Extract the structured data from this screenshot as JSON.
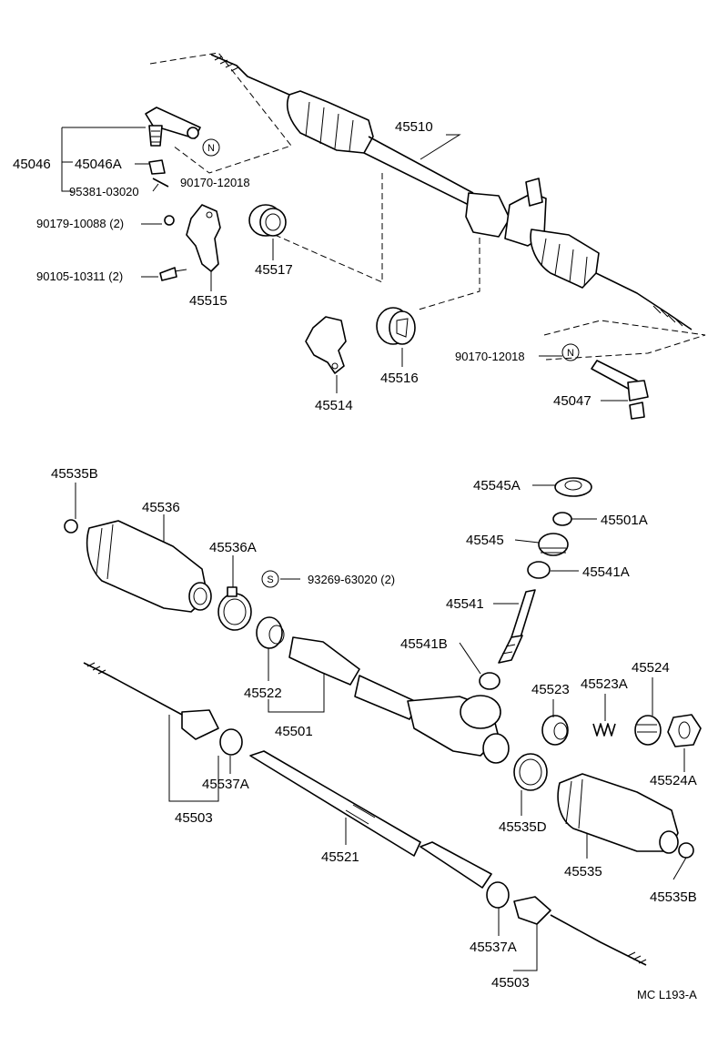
{
  "labels": {
    "p45510": "45510",
    "p45046": "45046",
    "p45046A": "45046A",
    "p95381": "95381-03020",
    "p90170a": "90170-12018",
    "p90179": "90179-10088 (2)",
    "p90105": "90105-10311 (2)",
    "p45515": "45515",
    "p45517": "45517",
    "p45514": "45514",
    "p45516": "45516",
    "p90170b": "90170-12018",
    "p45047": "45047",
    "p45535B_top": "45535B",
    "p45536": "45536",
    "p45536A": "45536A",
    "p93269": "93269-63020 (2)",
    "p45545A": "45545A",
    "p45501A": "45501A",
    "p45545": "45545",
    "p45541A": "45541A",
    "p45541": "45541",
    "p45541B": "45541B",
    "p45522": "45522",
    "p45501": "45501",
    "p45523": "45523",
    "p45523A": "45523A",
    "p45524": "45524",
    "p45524A": "45524A",
    "p45537A_left": "45537A",
    "p45503_left": "45503",
    "p45535D": "45535D",
    "p45521": "45521",
    "p45535": "45535",
    "p45535B_bot": "45535B",
    "p45537A_bot": "45537A",
    "p45503_bot": "45503",
    "footer": "MC  L193-A"
  },
  "symbols": {
    "n1": "N",
    "n2": "N",
    "s1": "S"
  }
}
